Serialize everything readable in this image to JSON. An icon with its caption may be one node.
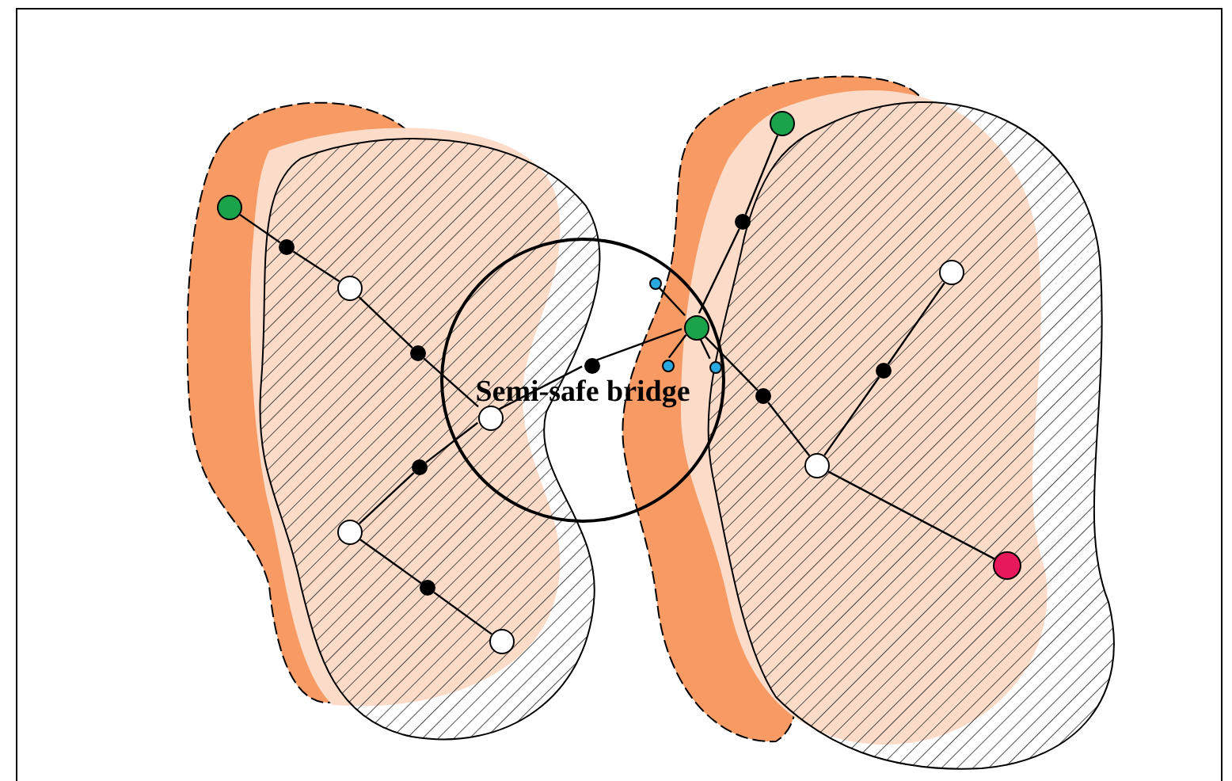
{
  "diagram": {
    "nodes": [
      {
        "text": [
          "Semi-safe bridge"
        ]
      },
      {
        "text": [],
        "shape": "circle"
      },
      {
        "text": [],
        "shape": "circle"
      },
      {
        "text": [],
        "shape": "circle"
      },
      {
        "text": [],
        "shape": "circle"
      },
      {
        "text": [],
        "shape": "circle",
        "in": 0
      },
      {
        "text": [],
        "shape": "circle"
      },
      {
        "text": [],
        "shape": "circle"
      },
      {
        "text": [],
        "shape": "circle"
      },
      {
        "text": [],
        "shape": "circle"
      },
      {
        "text": [],
        "shape": "circle",
        "in": 0
      },
      {
        "text": [],
        "shape": "circle",
        "in": 0
      },
      {
        "text": [],
        "shape": "circle",
        "in": 0
      },
      {
        "text": [],
        "shape": "circle",
        "in": 0
      },
      {
        "text": [],
        "shape": "circle",
        "in": 0
      },
      {
        "text": [],
        "shape": "circle"
      },
      {
        "text": [],
        "shape": "circle"
      },
      {
        "text": [],
        "shape": "circle"
      },
      {
        "text": [],
        "shape": "circle"
      },
      {
        "text": [],
        "shape": "circle"
      },
      {
        "text": [],
        "shape": "circle"
      },
      {
        "text": [],
        "shape": "circle"
      }
    ],
    "edges": [
      {
        "from": 1,
        "to": 2,
        "arrow": "none"
      },
      {
        "from": 2,
        "to": 3,
        "arrow": "none"
      },
      {
        "from": 3,
        "to": 4,
        "arrow": "none"
      },
      {
        "from": 4,
        "to": 5,
        "arrow": "none"
      },
      {
        "from": 5,
        "to": 6,
        "arrow": "none"
      },
      {
        "from": 6,
        "to": 7,
        "arrow": "none"
      },
      {
        "from": 7,
        "to": 8,
        "arrow": "none"
      },
      {
        "from": 8,
        "to": 9,
        "arrow": "none"
      },
      {
        "from": 5,
        "to": 10,
        "arrow": "none"
      },
      {
        "from": 10,
        "to": 11,
        "arrow": "none"
      },
      {
        "from": 11,
        "to": 12,
        "arrow": "none"
      },
      {
        "from": 11,
        "to": 13,
        "arrow": "none"
      },
      {
        "from": 11,
        "to": 14,
        "arrow": "none"
      },
      {
        "from": 11,
        "to": 15,
        "arrow": "none"
      },
      {
        "from": 15,
        "to": 16,
        "arrow": "none"
      },
      {
        "from": 11,
        "to": 17,
        "arrow": "none"
      },
      {
        "from": 17,
        "to": 18,
        "arrow": "none"
      },
      {
        "from": 18,
        "to": 19,
        "arrow": "none"
      },
      {
        "from": 18,
        "to": 20,
        "arrow": "none"
      },
      {
        "from": 20,
        "to": 21,
        "arrow": "none"
      }
    ]
  }
}
